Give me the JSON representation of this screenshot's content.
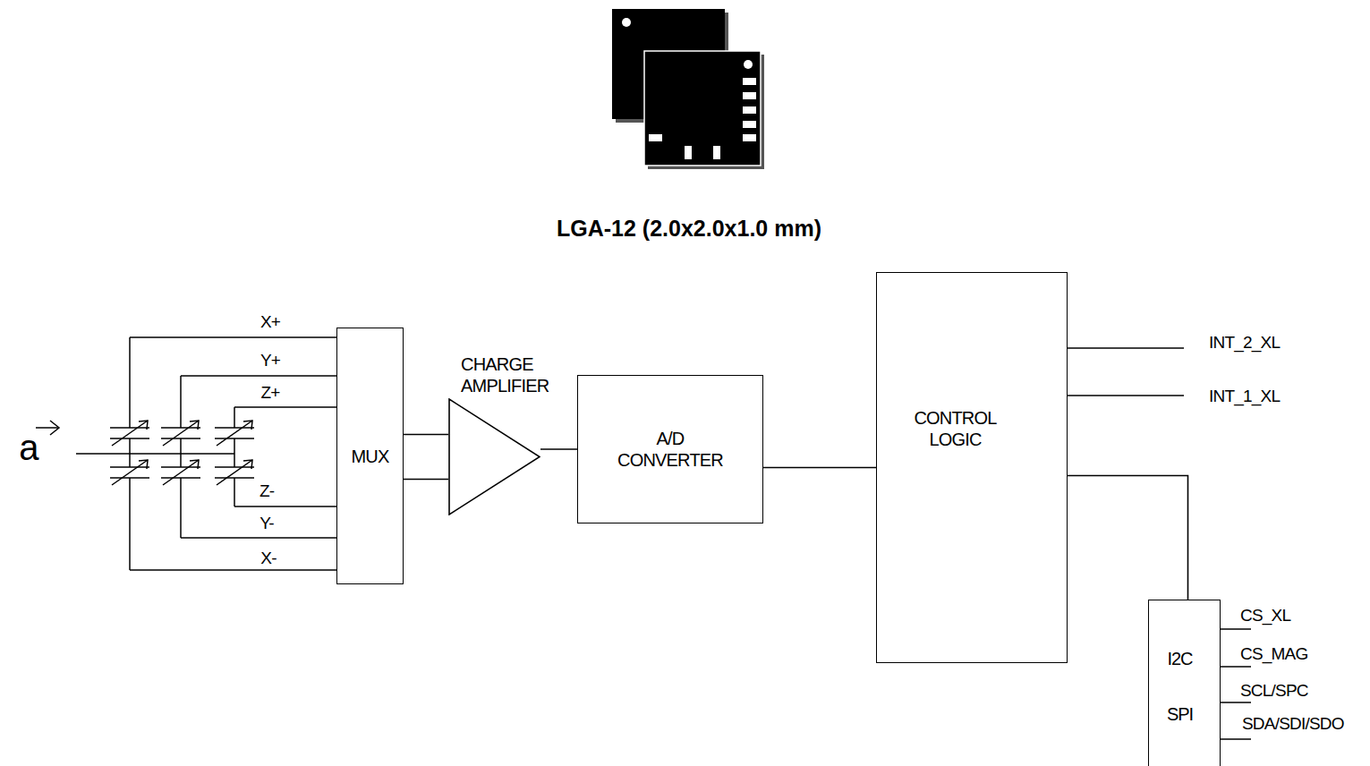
{
  "diagram": {
    "title": "LGA-12 (2.0x2.0x1.0 mm)",
    "nodes": [
      {
        "text": [
          "MUX"
        ]
      },
      {
        "text": [
          "CHARGE AMPLIFIER"
        ]
      },
      {
        "text": [
          "A/D CONVERTER"
        ]
      },
      {
        "text": [
          "CONTROL LOGIC"
        ]
      },
      {
        "text": [
          "I2C",
          "SPI"
        ]
      }
    ],
    "edges": [
      {
        "from": 0,
        "to": 1,
        "arrow": "none"
      },
      {
        "from": 0,
        "to": 1,
        "arrow": "none"
      },
      {
        "from": 1,
        "to": 2,
        "arrow": "none"
      },
      {
        "from": 2,
        "to": 3,
        "arrow": "none"
      },
      {
        "from": 3,
        "to": 4,
        "arrow": "none"
      }
    ],
    "labels": [
      "a",
      "X+",
      "Y+",
      "Z+",
      "Z-",
      "Y-",
      "X-",
      "INT_2_XL",
      "INT_1_XL",
      "CS_XL",
      "CS_MAG",
      "SCL/SPC",
      "SDA/SDI/SDO"
    ]
  }
}
